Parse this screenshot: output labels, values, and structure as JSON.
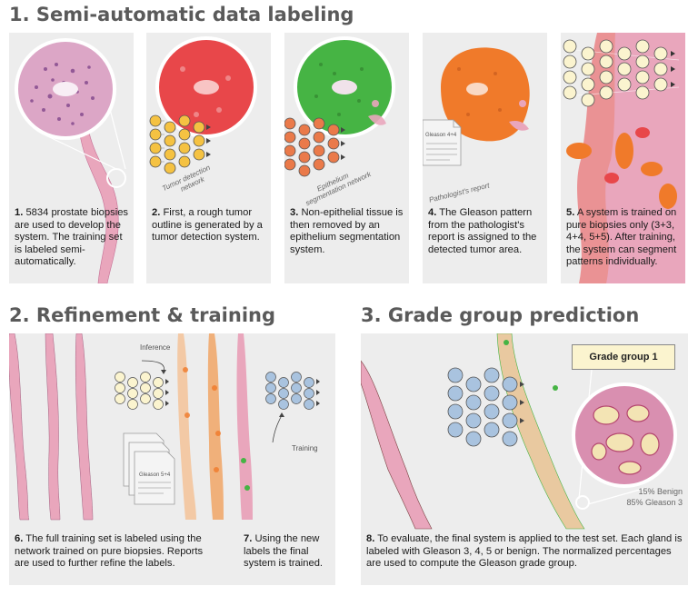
{
  "sections": {
    "s1": {
      "title": "1. Semi-automatic data labeling"
    },
    "s2": {
      "title": "2. Refinement & training"
    },
    "s3": {
      "title": "3. Grade group prediction"
    }
  },
  "panels": {
    "p1": {
      "num": "1.",
      "caption": " 5834 prostate biopsies are used to develop the system. The training set is labeled semi-automatically."
    },
    "p2": {
      "num": "2.",
      "caption": " First, a rough tumor outline is generated by a tumor detection system.",
      "net_label_1": "Tumor detection",
      "net_label_2": "network"
    },
    "p3": {
      "num": "3.",
      "caption": " Non-epithelial tissue is then removed by an epithelium segmentation system.",
      "net_label_1": "Epithelium",
      "net_label_2": "segmentation network"
    },
    "p4": {
      "num": "4.",
      "caption": " The Gleason pattern from the pathologist's report is assigned to the detected tumor area.",
      "doc_text": "Gleason 4+4",
      "doc_label": "Pathologist's report"
    },
    "p5": {
      "num": "5.",
      "caption": " A system is trained on pure biopsies only (3+3, 4+4, 5+5). After training, the system can segment patterns individually."
    },
    "p67": {
      "inference_label": "Inference",
      "training_label": "Training",
      "doc_text": "Gleason 5+4"
    },
    "p6": {
      "num": "6.",
      "caption": " The full training set is labeled using the network trained on pure biopsies. Reports are used to further refine the labels."
    },
    "p7": {
      "num": "7.",
      "caption": " Using the new labels the final system is trained."
    },
    "p8": {
      "num": "8.",
      "caption": " To evaluate, the final system is applied to the test set. Each gland is labeled with Gleason 3, 4, 5 or benign. The normalized percentages are used to compute the Gleason grade group.",
      "grade_box": "Grade group 1",
      "pct_1": "15% Benign",
      "pct_2": "85% Gleason 3"
    }
  },
  "colors": {
    "tissue": "#e9a6bc",
    "tissue_dark": "#c56f95",
    "tumor": "#e8474a",
    "epithelium": "#46b444",
    "gleason4": "#f07a2a",
    "net_yellow": "#f5c242",
    "net_orange": "#ea7a4a",
    "net_cream": "#fbf4cf",
    "net_blue": "#a9c3df",
    "panel_bg": "#ededed"
  }
}
